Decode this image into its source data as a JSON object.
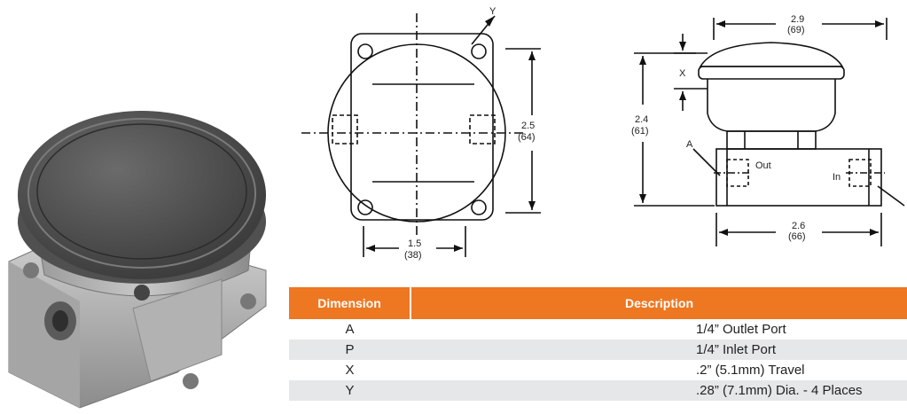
{
  "drawing_labels": {
    "y_marker": "Y",
    "height_in": "2.5",
    "height_mm": "(64)",
    "width_in": "1.5",
    "width_mm": "(38)",
    "top_in": "2.9",
    "top_mm": "(69)",
    "x_marker": "X",
    "overall_in": "2.4",
    "overall_mm": "(61)",
    "a_marker": "A",
    "out_label": "Out",
    "in_label": "In",
    "base_in": "2.6",
    "base_mm": "(66)"
  },
  "table": {
    "headers": [
      "Dimension",
      "Description"
    ],
    "rows": [
      {
        "dimension": "A",
        "description": "1/4” Outlet Port"
      },
      {
        "dimension": "P",
        "description": "1/4” Inlet Port"
      },
      {
        "dimension": "X",
        "description": ".2” (5.1mm) Travel"
      },
      {
        "dimension": "Y",
        "description": ".28” (7.1mm) Dia. - 4 Places"
      }
    ]
  },
  "colors": {
    "header_bg": "#ee7722",
    "row_shade": "#e6e7e8"
  }
}
